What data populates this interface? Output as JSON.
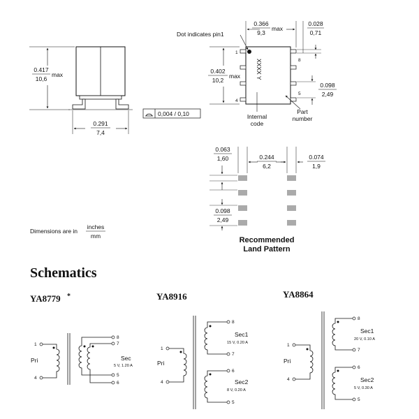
{
  "side_view": {
    "height_top": "0.417",
    "height_bottom": "10,6",
    "height_suffix": "max",
    "width_top": "0.291",
    "width_bottom": "7,4",
    "coplanarity": "0,004 / 0,10"
  },
  "top_view": {
    "dot_note": "Dot indicates pin1",
    "width_top": "0.366",
    "width_bottom": "9,3",
    "width_suffix": "max",
    "lead_top": "0.028",
    "lead_bottom": "0,71",
    "height_top": "0.402",
    "height_bottom": "10,2",
    "height_suffix": "max",
    "pitch_top": "0.098",
    "pitch_bottom": "2,49",
    "marking": "XXXX Y",
    "pin_1": "1",
    "pin_4": "4",
    "pin_5": "5",
    "pin_8": "8",
    "internal_code_line1": "Internal",
    "internal_code_line2": "code",
    "part_number_line1": "Part",
    "part_number_line2": "number"
  },
  "land_pattern": {
    "pad_top": "0.063",
    "pad_bottom": "1,60",
    "span_top": "0.244",
    "span_bottom": "6,2",
    "pad_w_top": "0.074",
    "pad_w_bottom": "1,9",
    "pitch_top": "0.098",
    "pitch_bottom": "2,49",
    "title_line1": "Recommended",
    "title_line2": "Land Pattern"
  },
  "units_note": {
    "prefix": "Dimensions are in",
    "numerator": "inches",
    "denominator": "mm"
  },
  "schematics": {
    "heading": "Schematics",
    "ya8779": {
      "name": "YA8779",
      "asterisk": "*",
      "pri": "Pri",
      "sec": "Sec",
      "sec_rating": "5 V, 1.20 A",
      "pins": [
        "1",
        "4",
        "8",
        "7",
        "5",
        "6"
      ]
    },
    "ya8916": {
      "name": "YA8916",
      "pri": "Pri",
      "sec1": "Sec1",
      "sec1_rating": "15 V, 0.20 A",
      "sec2": "Sec2",
      "sec2_rating": "8 V, 0.20 A",
      "pins": [
        "1",
        "4",
        "8",
        "7",
        "6",
        "5"
      ]
    },
    "ya8864": {
      "name": "YA8864",
      "pri": "Pri",
      "sec1": "Sec1",
      "sec1_rating": "20 V, 0.10 A",
      "sec2": "Sec2",
      "sec2_rating": "5 V, 0.30 A",
      "pins": [
        "1",
        "4",
        "8",
        "7",
        "6",
        "5"
      ]
    }
  }
}
